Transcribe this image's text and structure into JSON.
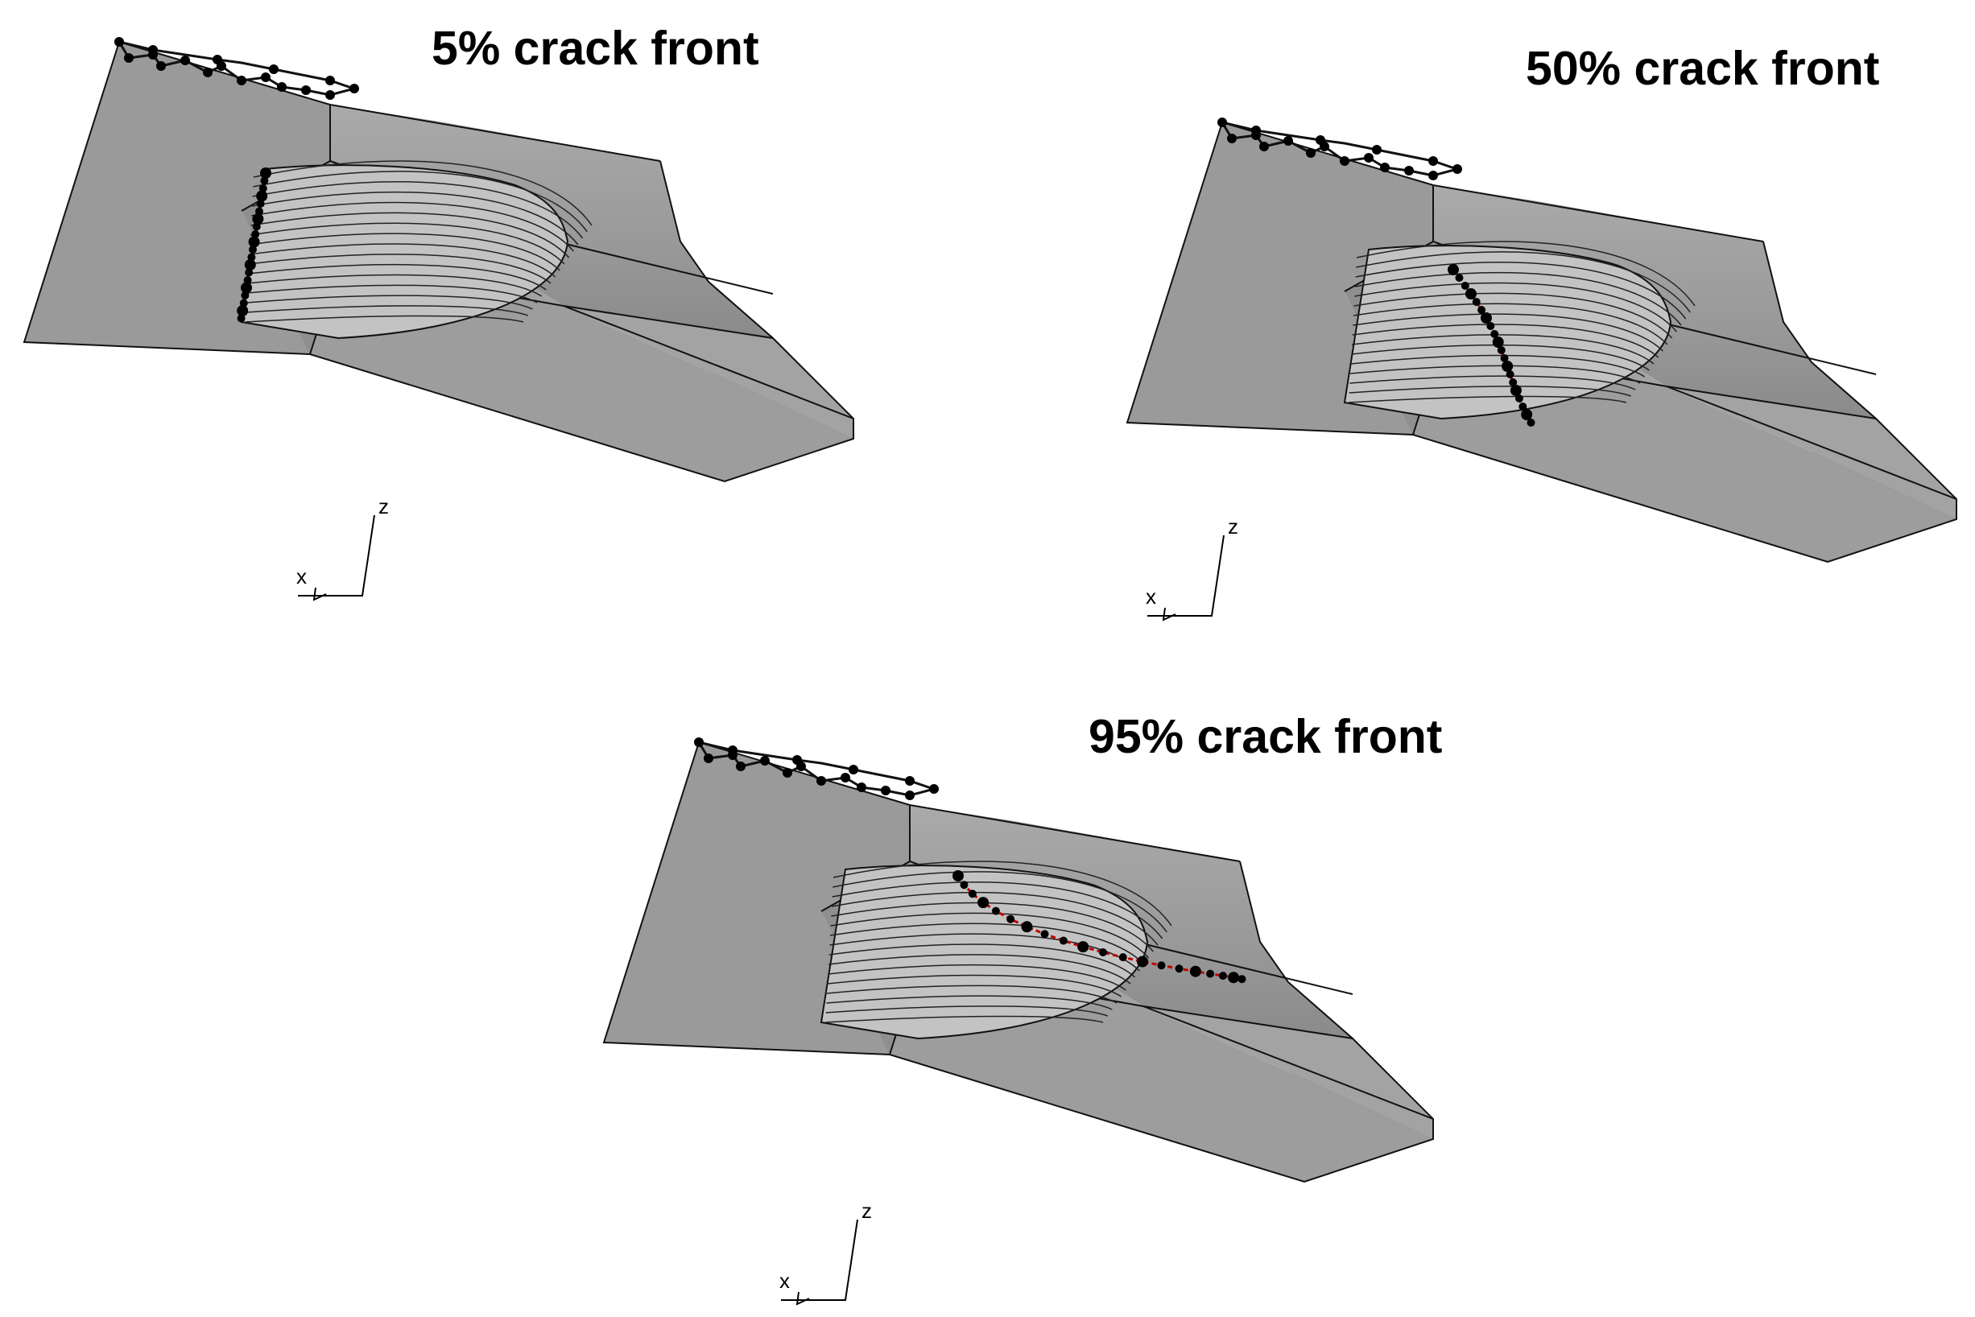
{
  "figure": {
    "panels": [
      {
        "id": "p5",
        "title": "5% crack front",
        "front_type": "vertical"
      },
      {
        "id": "p50",
        "title": "50% crack front",
        "front_type": "diagonal"
      },
      {
        "id": "p95",
        "title": "95% crack front",
        "front_type": "arc"
      }
    ],
    "axis_triad": {
      "z": "z",
      "x": "x"
    },
    "colors": {
      "surface": "#9b9b9b",
      "surface_dark": "#6e6e6e",
      "surface_mid": "#a6a6a6",
      "crack_face": "#bcbcbc",
      "crack_front": "#000000",
      "crack_front_highlight": "#c00000",
      "edge": "#111111"
    }
  }
}
